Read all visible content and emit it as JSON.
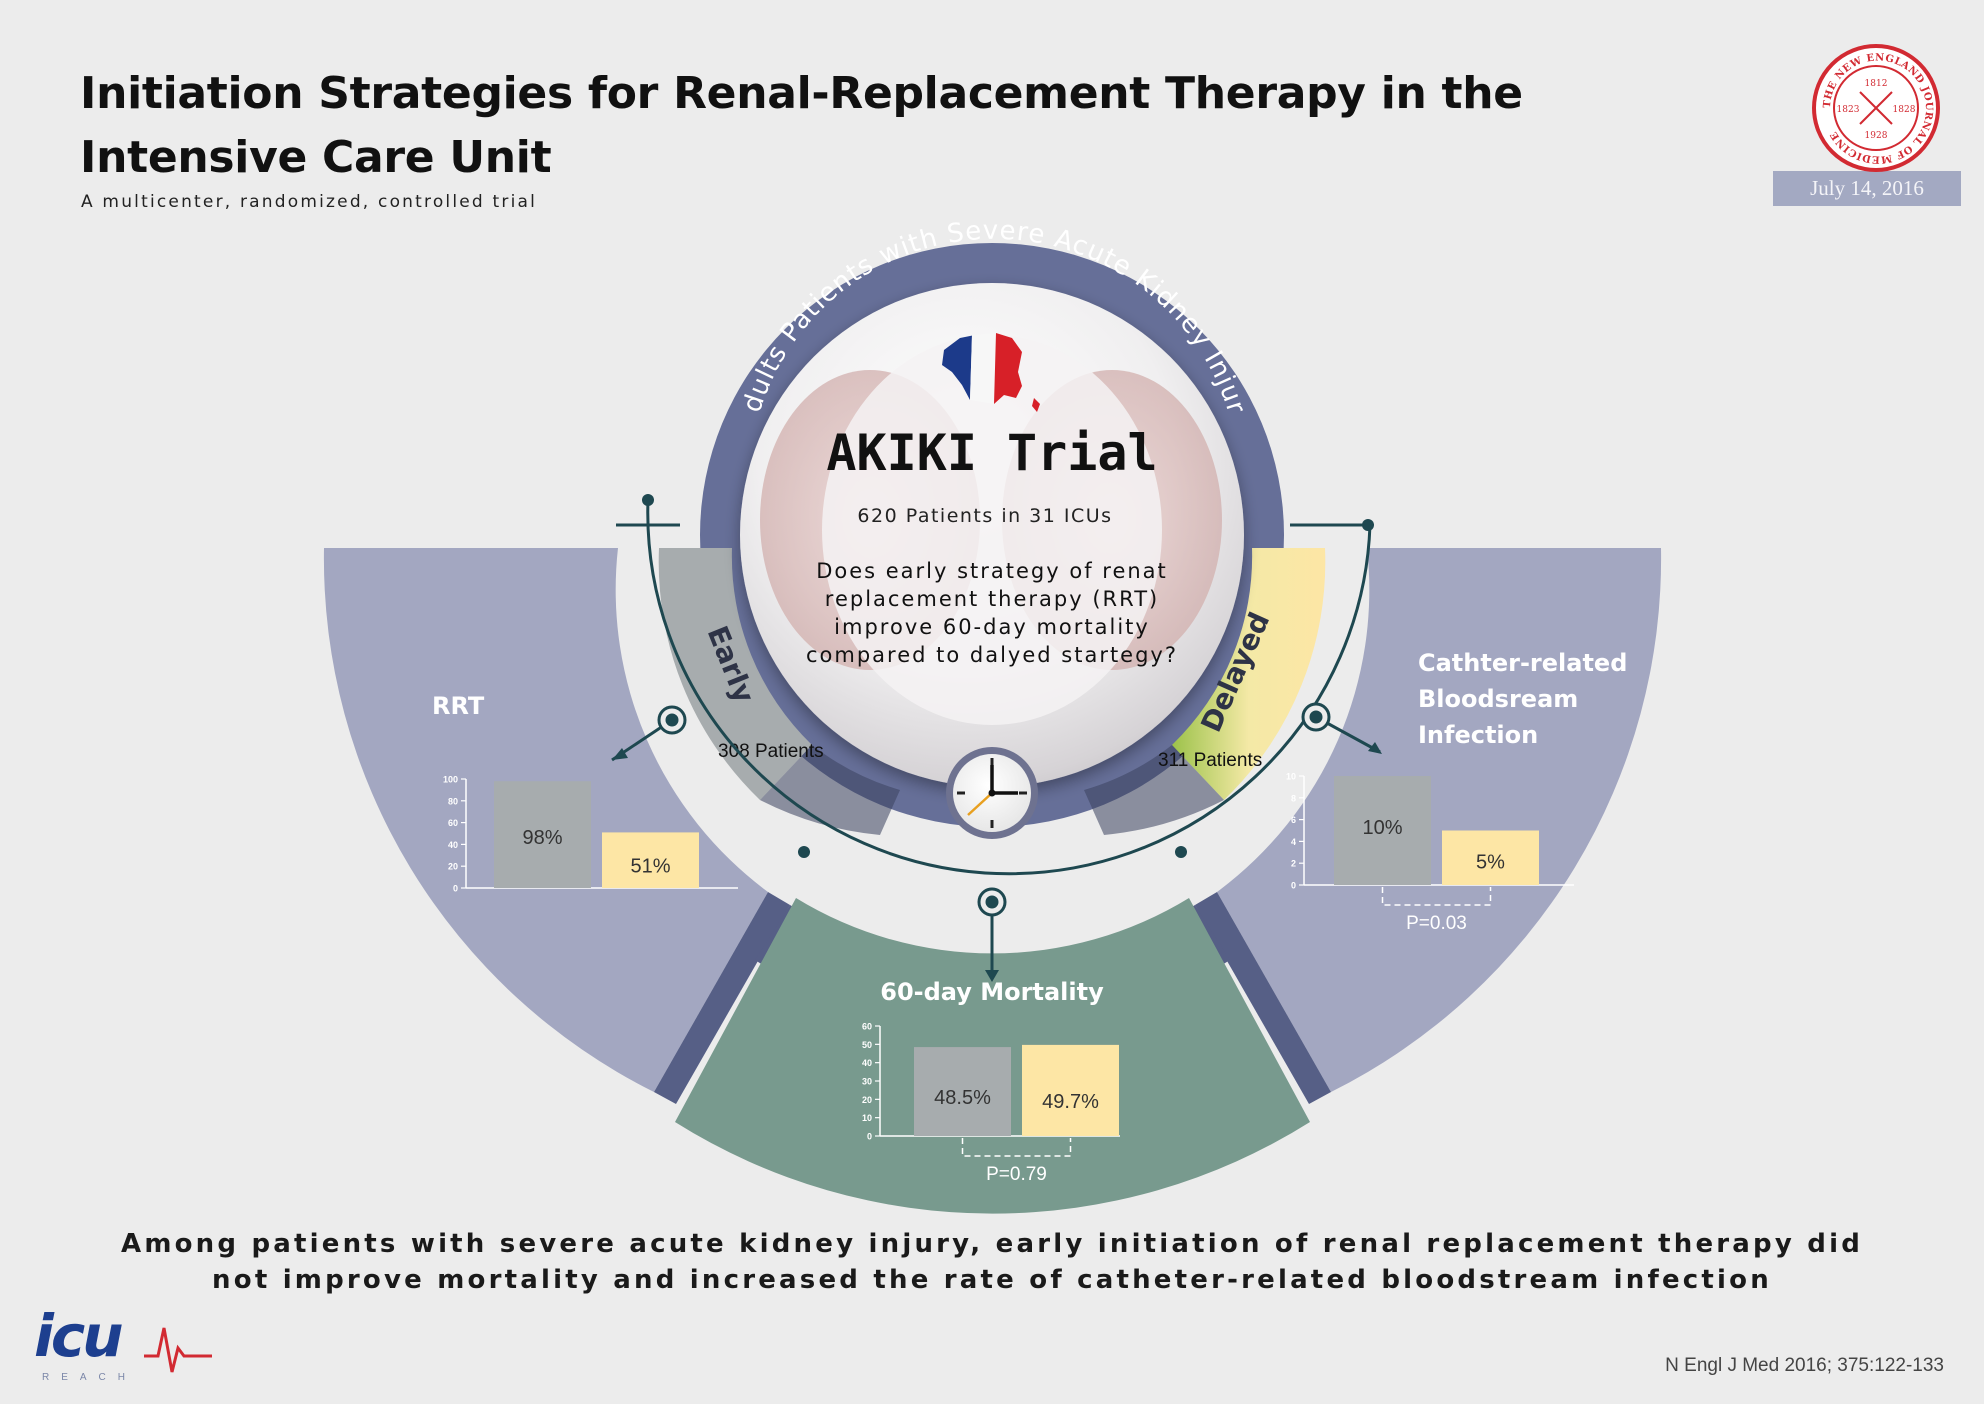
{
  "header": {
    "title_line1": "Initiation Strategies for Renal-Replacement Therapy in the",
    "title_line2": "Intensive Care Unit",
    "subtitle": "A multicenter, randomized, controlled trial",
    "date": "July 14, 2016"
  },
  "seal": {
    "ring_text": "THE NEW ENGLAND JOURNAL OF MEDICINE",
    "years": [
      "1812",
      "1823",
      "1828",
      "1928"
    ]
  },
  "center": {
    "arc_text": "Adults Patients with Severe Acute Kidney Injury",
    "trial_name": "AKIKI Trial",
    "patients": "620 Patients in 31 ICUs",
    "question": [
      "Does early strategy of renat",
      "replacement therapy (RRT)",
      "improve 60-day mortality",
      "compared to dalyed startegy?"
    ]
  },
  "arms": {
    "early_label": "Early",
    "early_patients": "308 Patients",
    "delayed_label": "Delayed",
    "delayed_patients": "311 Patients"
  },
  "colors": {
    "early": "#a7acae",
    "delayed": "#fde6a5",
    "panel": "#a3a7c1",
    "panel_dark": "#565f86",
    "mortality_panel": "#789a8e",
    "ring": "#666f98",
    "accent_dark": "#1e4850"
  },
  "chart_data": [
    {
      "type": "bar",
      "title": "RRT",
      "categories": [
        "Early",
        "Delayed"
      ],
      "values": [
        98,
        51
      ],
      "value_labels": [
        "98%",
        "51%"
      ],
      "yticks": [
        "0",
        "20",
        "40",
        "60",
        "80",
        "100"
      ],
      "ylim": [
        0,
        100
      ]
    },
    {
      "type": "bar",
      "title": "60-day Mortality",
      "categories": [
        "Early",
        "Delayed"
      ],
      "values": [
        48.5,
        49.7
      ],
      "value_labels": [
        "48.5%",
        "49.7%"
      ],
      "yticks": [
        "0",
        "10",
        "20",
        "30",
        "40",
        "50",
        "60"
      ],
      "ylim": [
        0,
        60
      ],
      "pvalue": "P=0.79"
    },
    {
      "type": "bar",
      "title_lines": [
        "Cathter-related",
        "Bloodsream",
        "Infection"
      ],
      "categories": [
        "Early",
        "Delayed"
      ],
      "values": [
        10,
        5
      ],
      "value_labels": [
        "10%",
        "5%"
      ],
      "yticks": [
        "0",
        "2",
        "4",
        "6",
        "8",
        "10"
      ],
      "ylim": [
        0,
        10
      ],
      "pvalue": "P=0.03"
    }
  ],
  "footer": {
    "conclusion_line1": "Among patients with severe acute kidney injury, early initiation of renal replacement therapy did",
    "conclusion_line2": "not improve mortality and increased the rate of catheter-related bloodstream infection",
    "citation": "N Engl J Med 2016; 375:122-133",
    "logo_word": "icu",
    "logo_sub": "REACH"
  }
}
